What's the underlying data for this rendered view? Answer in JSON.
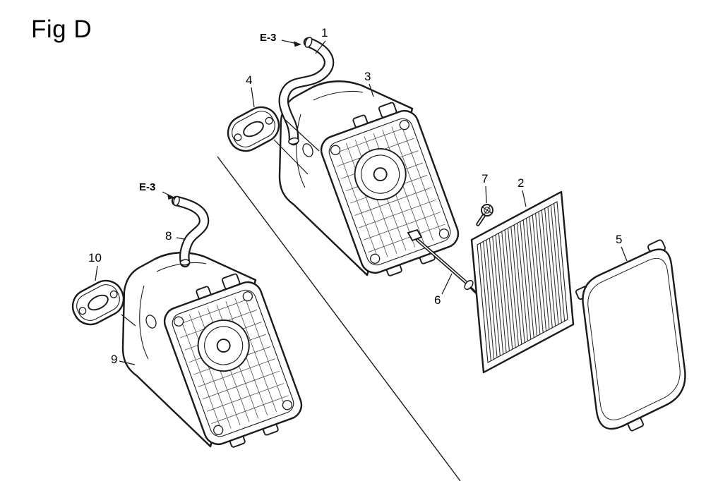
{
  "figure": {
    "title": "Fig D"
  },
  "callouts": {
    "e3_top": "E-3",
    "e3_left": "E-3",
    "p1": "1",
    "p2": "2",
    "p3": "3",
    "p4": "4",
    "p5": "5",
    "p6": "6",
    "p7": "7",
    "p8": "8",
    "p9": "9",
    "p10": "10"
  },
  "colors": {
    "ink": "#1a1a1a",
    "background": "#ffffff"
  }
}
